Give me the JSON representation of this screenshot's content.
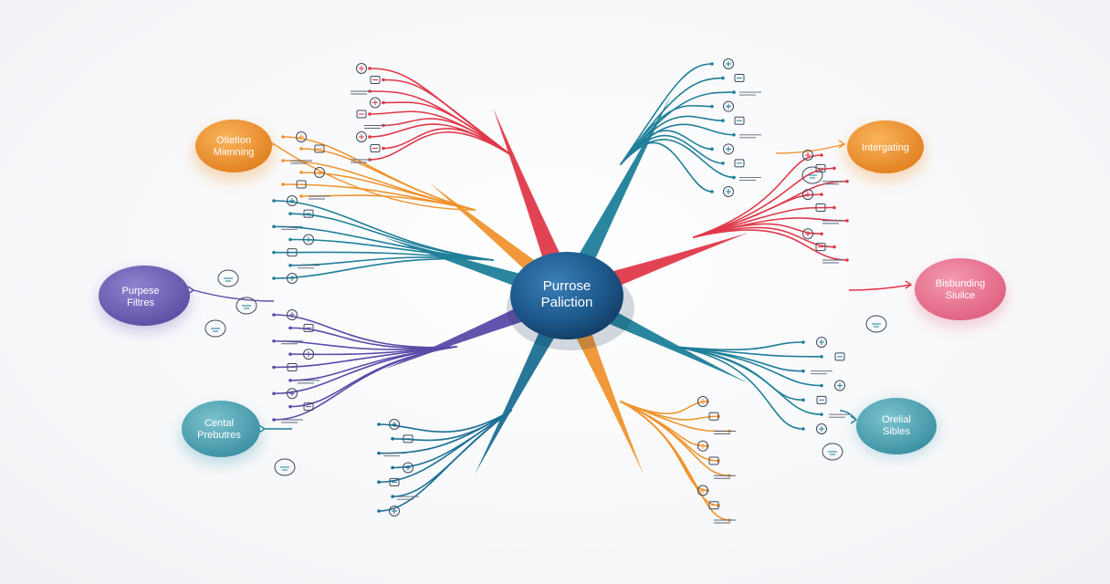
{
  "center": {
    "line1": "Purrose",
    "line2": "Paliction",
    "color": "#1e5a8e"
  },
  "topics": [
    {
      "id": "otiecion",
      "line1": "Otietion",
      "line2": "Mienning",
      "color": "#f0942f"
    },
    {
      "id": "purpose",
      "line1": "Purpese",
      "line2": "Filtres",
      "color": "#6f63b5"
    },
    {
      "id": "cental",
      "line1": "Cental",
      "line2": "Prebutres",
      "color": "#4aa3b4"
    },
    {
      "id": "integrating",
      "line1": "Intergating",
      "line2": "",
      "color": "#f0942f"
    },
    {
      "id": "bisbunding",
      "line1": "Bisbunding",
      "line2": "Siuilce",
      "color": "#e86d8c"
    },
    {
      "id": "orelial",
      "line1": "Orelial",
      "line2": "Sibles",
      "color": "#4aa3b4"
    }
  ],
  "branch_colors": {
    "red": "#e0394a",
    "teal": "#1f7f99",
    "orange": "#f0942f",
    "purple": "#5b4aa8",
    "blue": "#1c6f94"
  }
}
